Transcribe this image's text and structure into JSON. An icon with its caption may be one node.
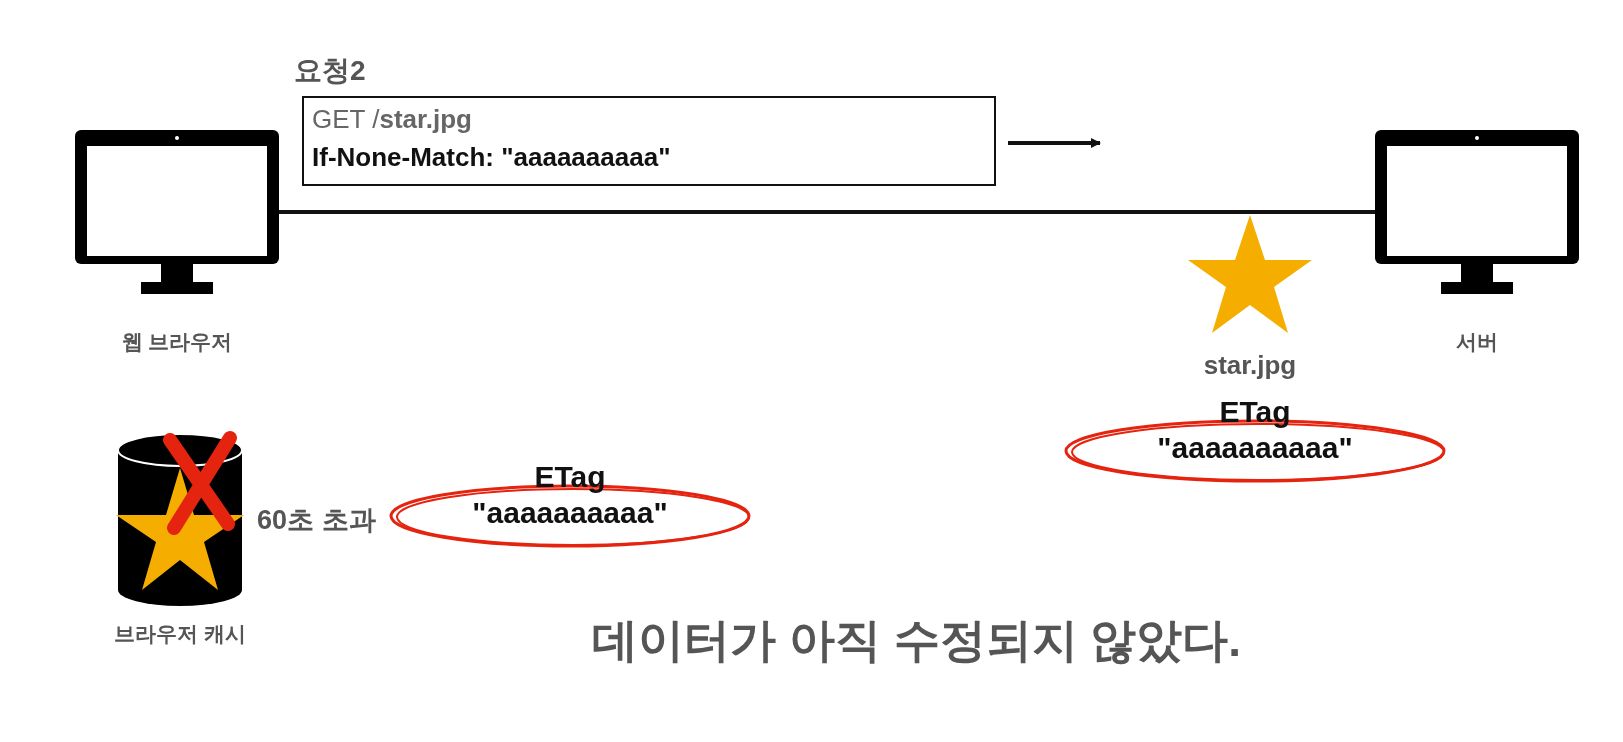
{
  "diagram": {
    "nodes": [
      {
        "text": [
          "웹 브라우저"
        ]
      },
      {
        "text": [
          "서버"
        ]
      },
      {
        "text": [
          "요청2",
          "GET /**star.jpg**",
          "If-None-Match: \"aaaaaaaaaa\""
        ]
      },
      {
        "text": [
          "브라우저 캐시"
        ],
        "beside": [
          "60초 초과"
        ]
      },
      {
        "text": [
          "ETag",
          "\"aaaaaaaaaa\""
        ]
      },
      {
        "text": [
          "star.jpg"
        ]
      },
      {
        "text": [
          "ETag",
          "\"aaaaaaaaaa\""
        ]
      }
    ],
    "edges": [
      {
        "from": 0,
        "to": 1,
        "arrow": "none"
      }
    ],
    "labels": [
      "데이터가 아직 수정되지 않았다."
    ]
  }
}
